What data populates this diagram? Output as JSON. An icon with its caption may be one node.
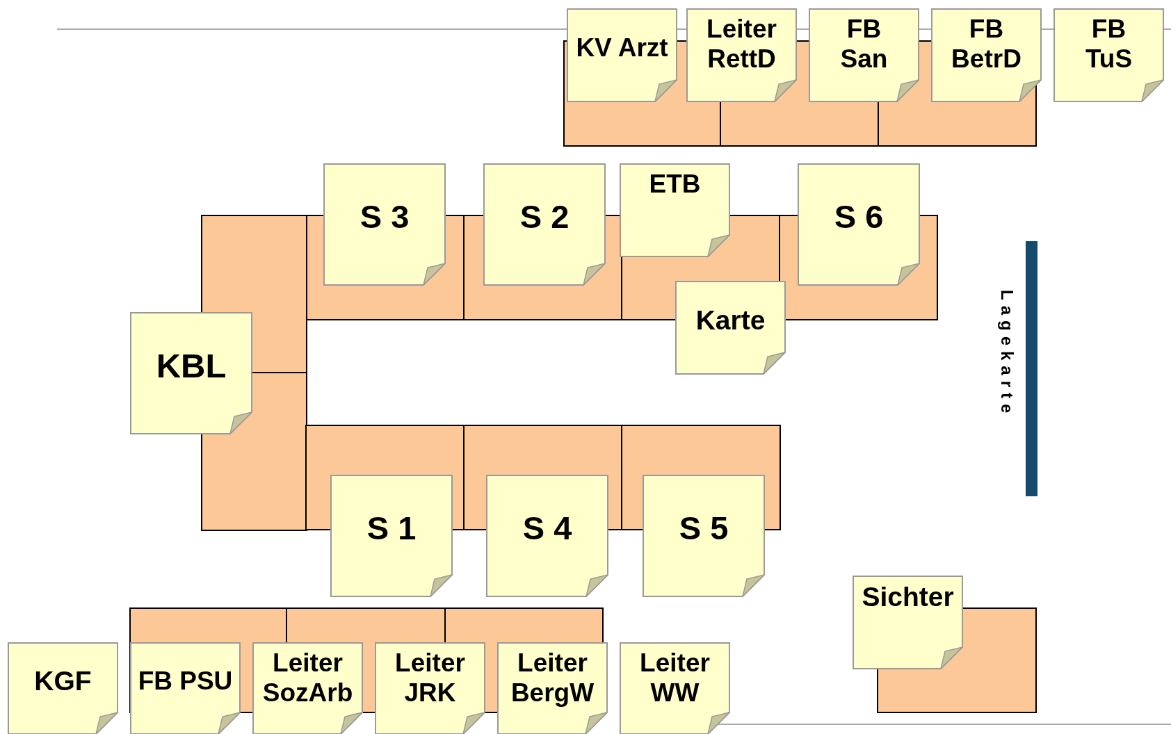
{
  "diagram": {
    "nodes": [
      {
        "text": [
          "KV Arzt"
        ]
      },
      {
        "text": [
          "Leiter RettD"
        ]
      },
      {
        "text": [
          "FB San"
        ]
      },
      {
        "text": [
          "FB BetrD"
        ]
      },
      {
        "text": [
          "FB TuS"
        ]
      },
      {
        "text": [
          "S 3"
        ]
      },
      {
        "text": [
          "S 2"
        ]
      },
      {
        "text": [
          "ETB"
        ]
      },
      {
        "text": [
          "S 6"
        ]
      },
      {
        "text": [],
        "shape": "bar",
        "beside": [
          "Lagekarte"
        ]
      },
      {
        "text": [
          "Karte"
        ]
      },
      {
        "text": [
          "KBL"
        ]
      },
      {
        "text": [
          "S 1"
        ]
      },
      {
        "text": [
          "S 4"
        ]
      },
      {
        "text": [
          "S 5"
        ]
      },
      {
        "text": [
          "Sichter"
        ]
      },
      {
        "text": [
          "KGF"
        ]
      },
      {
        "text": [
          "FB PSU"
        ]
      },
      {
        "text": [
          "Leiter SozArb"
        ]
      },
      {
        "text": [
          "Leiter JRK"
        ]
      },
      {
        "text": [
          "Leiter BergW"
        ]
      },
      {
        "text": [
          "Leiter WW"
        ]
      }
    ]
  }
}
